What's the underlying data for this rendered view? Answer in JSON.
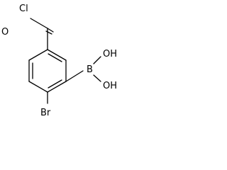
{
  "molecule": {
    "atoms": {
      "chlorine": "Cl",
      "oxygen": "O",
      "boron": "B",
      "hydroxyl_top": "OH",
      "hydroxyl_bottom": "OH",
      "bromine": "Br"
    },
    "colors": {
      "bond": "#000000",
      "label": "#000000",
      "background": "#ffffff"
    }
  }
}
